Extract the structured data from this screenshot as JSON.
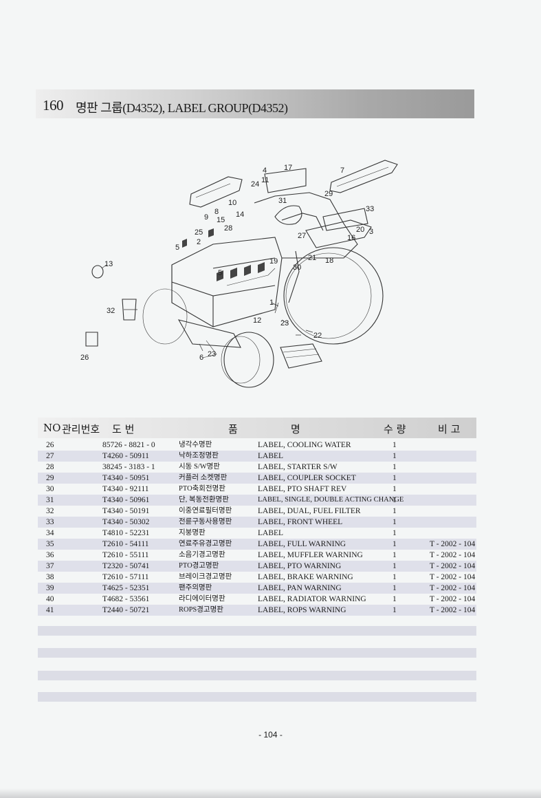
{
  "header": {
    "number": "160",
    "title": "명판 그룹(D4352), LABEL GROUP(D4352)"
  },
  "diagram": {
    "callouts": [
      "4",
      "17",
      "7",
      "24",
      "11",
      "29",
      "31",
      "33",
      "8",
      "10",
      "9",
      "15",
      "14",
      "20",
      "3",
      "25",
      "28",
      "27",
      "16",
      "2",
      "5",
      "21",
      "18",
      "19",
      "30",
      "13",
      "5",
      "1",
      "32",
      "12",
      "23",
      "22",
      "26",
      "6",
      "23"
    ]
  },
  "table": {
    "headers": {
      "no": "NO",
      "mgmt": "관리번호",
      "drawing": "도  번",
      "name_left": "품",
      "name_right": "명",
      "qty": "수 량",
      "remarks": "비 고"
    },
    "rows": [
      {
        "no": "26",
        "part": "85726 - 8821 - 0",
        "ko": "냉각수명판",
        "en": "LABEL, COOLING WATER",
        "qty": "1",
        "ref": ""
      },
      {
        "no": "27",
        "part": "T4260 - 50911",
        "ko": "낙하조정명판",
        "en": "LABEL",
        "qty": "1",
        "ref": ""
      },
      {
        "no": "28",
        "part": "38245 - 3183 - 1",
        "ko": "시동 S/W명판",
        "en": "LABEL, STARTER S/W",
        "qty": "1",
        "ref": ""
      },
      {
        "no": "29",
        "part": "T4340 - 50951",
        "ko": "커플러 소켓명판",
        "en": "LABEL, COUPLER SOCKET",
        "qty": "1",
        "ref": ""
      },
      {
        "no": "30",
        "part": "T4340 - 92111",
        "ko": "PTO축회전명판",
        "en": "LABEL, PTO SHAFT REV",
        "qty": "1",
        "ref": ""
      },
      {
        "no": "31",
        "part": "T4340 - 50961",
        "ko": "단, 복동전환명판",
        "en": "LABEL, SINGLE, DOUBLE ACTING CHANGE",
        "qty": "1",
        "ref": ""
      },
      {
        "no": "32",
        "part": "T4340 - 50191",
        "ko": "이중연료필터명판",
        "en": "LABEL, DUAL, FUEL FILTER",
        "qty": "1",
        "ref": ""
      },
      {
        "no": "33",
        "part": "T4340 - 50302",
        "ko": "전륜구동사용명판",
        "en": "LABEL, FRONT WHEEL",
        "qty": "1",
        "ref": ""
      },
      {
        "no": "34",
        "part": "T4810 - 52231",
        "ko": "지붕명판",
        "en": "LABEL",
        "qty": "1",
        "ref": ""
      },
      {
        "no": "35",
        "part": "T2610 - 54111",
        "ko": "연료주유경고명판",
        "en": "LABEL, FULL WARNING",
        "qty": "1",
        "ref": "T - 2002 - 104"
      },
      {
        "no": "36",
        "part": "T2610 - 55111",
        "ko": "소음기경고명판",
        "en": "LABEL, MUFFLER WARNING",
        "qty": "1",
        "ref": "T - 2002 - 104"
      },
      {
        "no": "37",
        "part": "T2320 - 50741",
        "ko": "PTO경고명판",
        "en": "LABEL, PTO WARNING",
        "qty": "1",
        "ref": "T - 2002 - 104"
      },
      {
        "no": "38",
        "part": "T2610 - 57111",
        "ko": "브레이크경고명판",
        "en": "LABEL, BRAKE WARNING",
        "qty": "1",
        "ref": "T - 2002 - 104"
      },
      {
        "no": "39",
        "part": "T4625 - 52351",
        "ko": "팬주의명판",
        "en": "LABEL, PAN WARNING",
        "qty": "1",
        "ref": "T - 2002 - 104"
      },
      {
        "no": "40",
        "part": "T4682 - 53561",
        "ko": "라디에이터명판",
        "en": "LABEL, RADIATOR WARNING",
        "qty": "1",
        "ref": "T - 2002 - 104"
      },
      {
        "no": "41",
        "part": "T2440 - 50721",
        "ko": "ROPS경고명판",
        "en": "LABEL, ROPS WARNING",
        "qty": "1",
        "ref": "T - 2002 - 104"
      }
    ]
  },
  "footer": {
    "page": "- 104 -"
  }
}
